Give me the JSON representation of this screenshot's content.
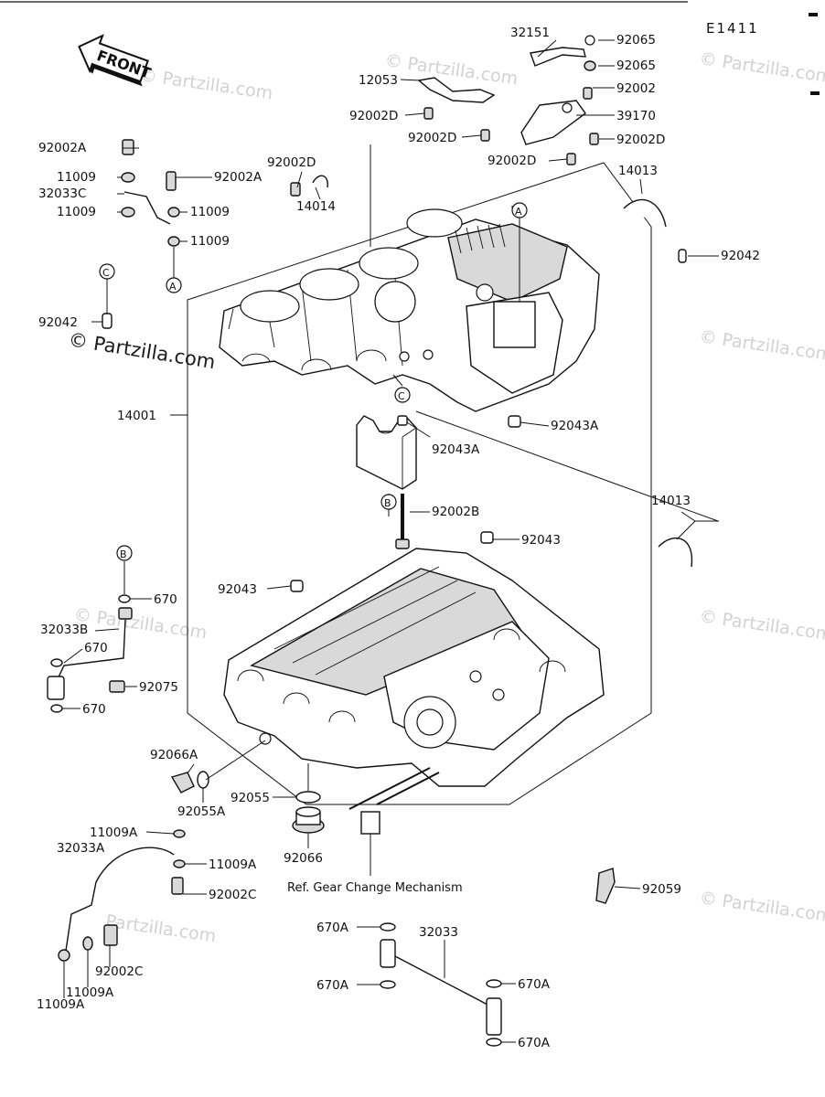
{
  "diagram": {
    "code": "E1411",
    "front_label": "FRONT",
    "note": "Ref. Gear Change Mechanism",
    "watermarks": [
      "© Partzilla.com",
      "© Partzilla.com",
      "© Partzilla.com",
      "© Partzilla.com",
      "© Partzilla.com",
      "© Partzilla.com",
      "© Partzilla.com",
      "© Partzilla.com",
      "© Partzilla.com"
    ],
    "markers": [
      "A",
      "A",
      "B",
      "B",
      "C",
      "C"
    ],
    "parts": [
      "32151",
      "92065",
      "92065",
      "12053",
      "92002",
      "39170",
      "92002D",
      "92002D",
      "92002D",
      "92002D",
      "92002A",
      "11009",
      "32033C",
      "11009",
      "92002A",
      "11009",
      "11009",
      "92002D",
      "14014",
      "14013",
      "92042",
      "92042",
      "14001",
      "92043A",
      "92043A",
      "14013",
      "92002B",
      "92043",
      "92043",
      "670",
      "32033B",
      "670",
      "92075",
      "670",
      "92066A",
      "92055A",
      "92055",
      "92066",
      "11009A",
      "32033A",
      "11009A",
      "92002C",
      "92059",
      "670A",
      "32033",
      "670A",
      "670A",
      "670A",
      "92002C",
      "11009A",
      "11009A"
    ]
  }
}
